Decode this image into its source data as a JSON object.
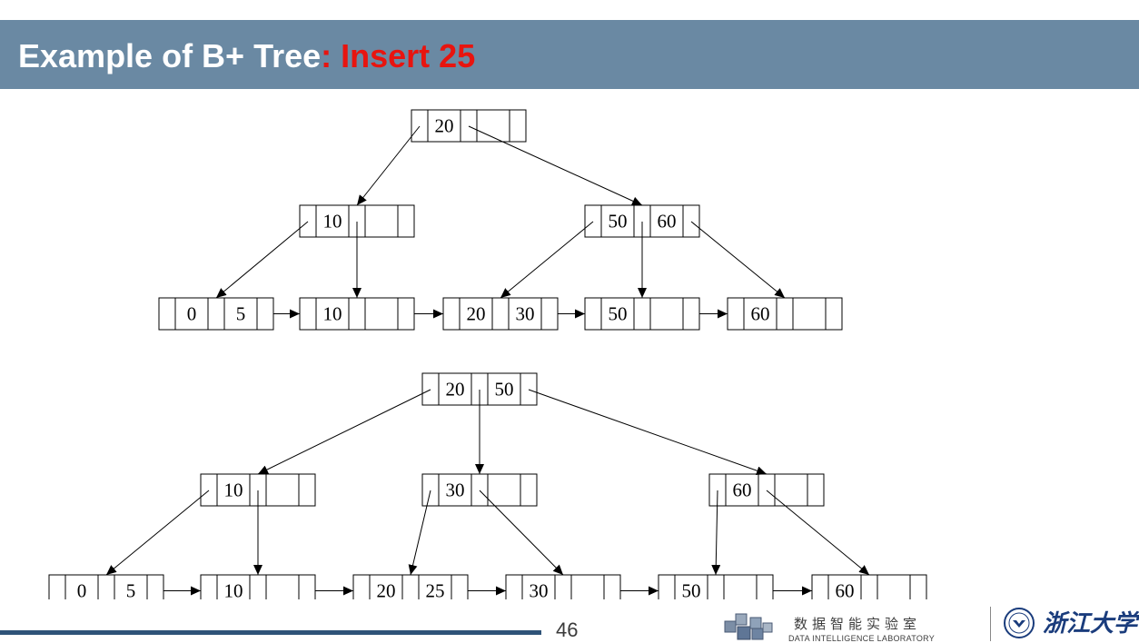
{
  "slide": {
    "title_main": "Example of B+ Tree",
    "title_accent": ": Insert 25",
    "page_number": "46"
  },
  "colors": {
    "title_bar": "#6a89a3",
    "accent": "#e8140f",
    "footer_line": "#2f5378"
  },
  "tree_before": {
    "root": [
      "20"
    ],
    "internal": [
      [
        "10"
      ],
      [
        "50",
        "60"
      ]
    ],
    "leaves": [
      [
        "0",
        "5"
      ],
      [
        "10"
      ],
      [
        "20",
        "30"
      ],
      [
        "50"
      ],
      [
        "60"
      ]
    ]
  },
  "tree_after": {
    "root": [
      "20",
      "50"
    ],
    "internal": [
      [
        "10"
      ],
      [
        "30"
      ],
      [
        "60"
      ]
    ],
    "leaves": [
      [
        "0",
        "5"
      ],
      [
        "10"
      ],
      [
        "20",
        "25"
      ],
      [
        "30"
      ],
      [
        "50"
      ],
      [
        "60"
      ]
    ]
  },
  "logos": {
    "lab_name_cn": "数据智能实验室",
    "lab_name_en": "DATA INTELLIGENCE LABORATORY",
    "university_cn": "浙江大学",
    "lab_logo_icon": "cube-cluster-icon",
    "university_seal_icon": "university-seal-icon"
  }
}
